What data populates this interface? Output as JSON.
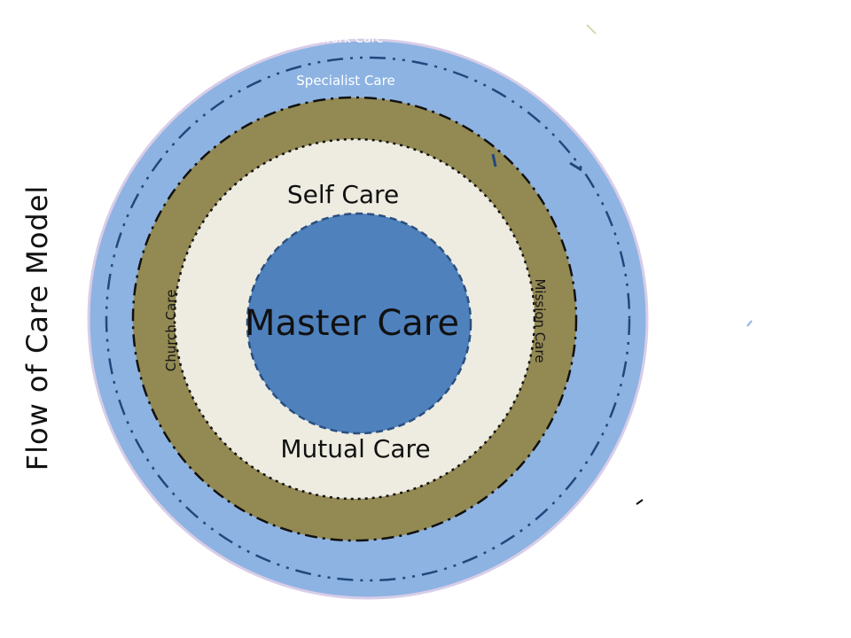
{
  "diagram": {
    "title": "Flow  of Care Model",
    "rings": {
      "network_care": "Network Care",
      "specialist_care": "Specialist Care",
      "self_care": "Self Care",
      "mutual_care": "Mutual Care",
      "church_care": "Church Care",
      "mission_care": "Mission Care",
      "master_care": "Master Care"
    },
    "colors": {
      "outer_ring": "#8db3e2",
      "outer_ring_stroke": "#d8cde8",
      "olive_ring": "#938953",
      "inner_ring": "#eeece1",
      "core": "#4f81bd",
      "dash_blue": "#1f497d",
      "core_dash": "#2a4f7f"
    }
  }
}
